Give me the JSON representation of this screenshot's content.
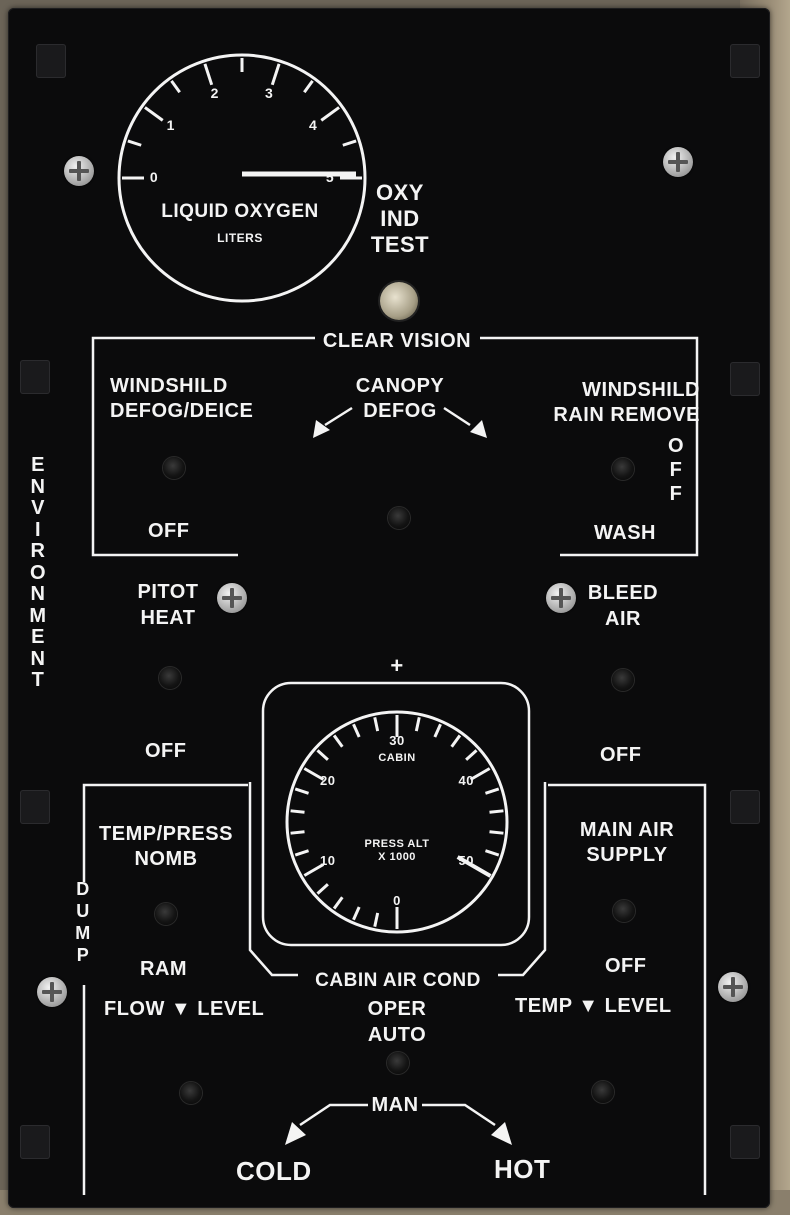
{
  "oxygen_gauge": {
    "ticks": [
      "0",
      "1",
      "2",
      "3",
      "4",
      "5"
    ],
    "title": "LIQUID OXYGEN",
    "unit": "LITERS",
    "reading": 5
  },
  "oxy_test": {
    "line1": "OXY",
    "line2": "IND",
    "line3": "TEST"
  },
  "clear_vision": {
    "title": "CLEAR VISION",
    "left_line1": "WINDSHILD",
    "left_line2": "DEFOG/DEICE",
    "center_line1": "CANOPY",
    "center_line2": "DEFOG",
    "right_line1": "WINDSHILD",
    "right_line2": "RAIN REMOVE",
    "right_off": "OFF",
    "left_off": "OFF",
    "wash": "WASH"
  },
  "environment_label": "ENVIRONMENT",
  "pitot": {
    "line1": "PITOT",
    "line2": "HEAT",
    "off": "OFF"
  },
  "bleed": {
    "line1": "BLEED",
    "line2": "AIR",
    "off": "OFF"
  },
  "plus": "+",
  "cabin_gauge": {
    "ticks": [
      "0",
      "10",
      "20",
      "30",
      "40",
      "50"
    ],
    "cabin": "CABIN",
    "press1": "PRESS ALT",
    "press2": "X 1000",
    "reading": 50
  },
  "temp_press": {
    "line1": "TEMP/PRESS",
    "line2": "NOMB",
    "ram": "RAM",
    "flow_level": "FLOW ▼ LEVEL"
  },
  "dump_label": "DUMP",
  "main_air": {
    "line1": "MAIN AIR",
    "line2": "SUPPLY",
    "off": "OFF",
    "temp_level": "TEMP ▼ LEVEL"
  },
  "cabin_air": {
    "title": "CABIN AIR COND",
    "oper": "OPER",
    "auto": "AUTO",
    "man": "MAN",
    "cold": "COLD",
    "hot": "HOT"
  }
}
